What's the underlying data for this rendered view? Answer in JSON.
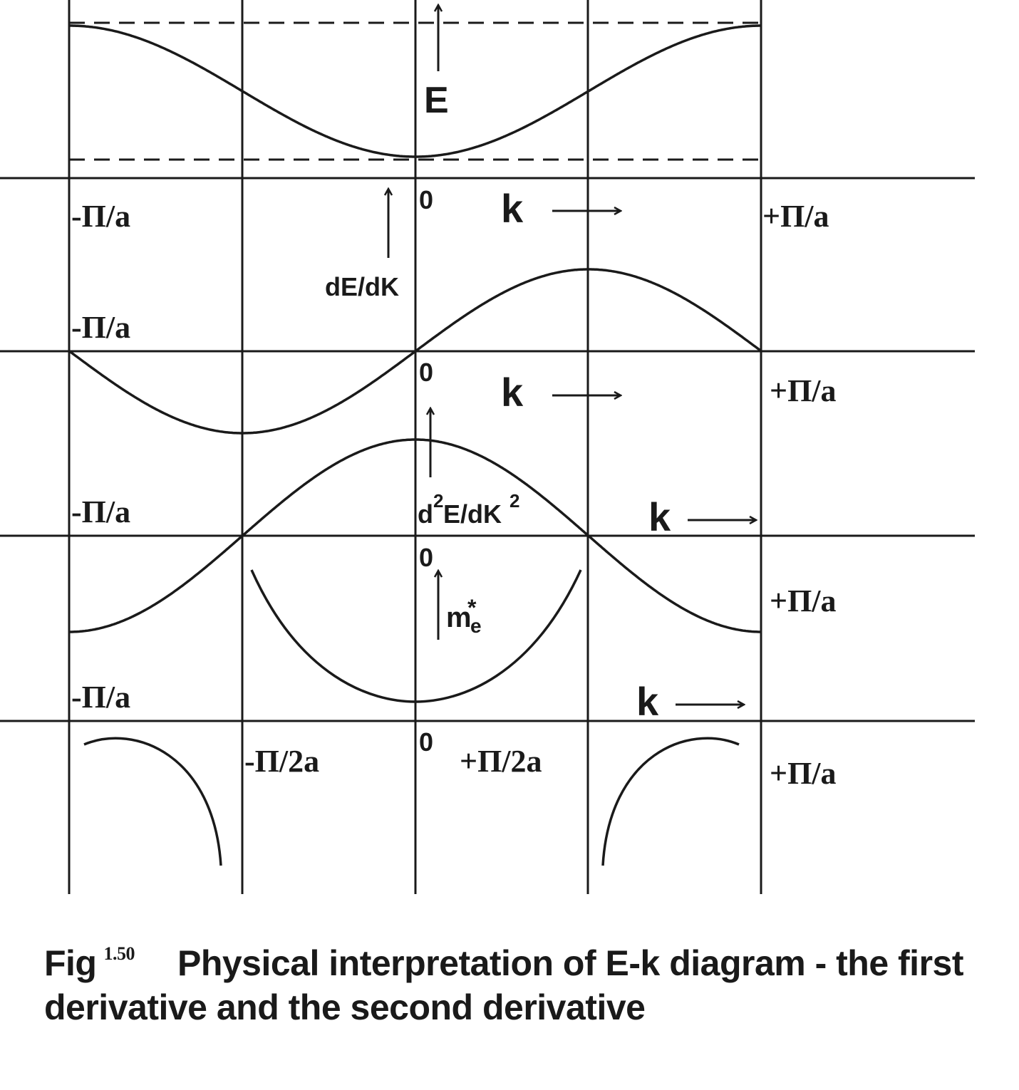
{
  "labels": {
    "E": "E",
    "dEdK": "dE/dK",
    "m": "m",
    "m_star": "*",
    "m_sub": "e",
    "k": "k",
    "zero": "0",
    "minus_pi_a": "-Π/a",
    "plus_pi_a": "+Π/a",
    "minus_pi_2a": "-Π/2a",
    "plus_pi_2a": "+Π/2a",
    "d2_d": "d",
    "d2_sup": "2",
    "d2_rest": "E/dK",
    "d2_sup2": "2"
  },
  "caption": {
    "fig": "Fig",
    "number": "1.50",
    "text": "Physical interpretation of E-k diagram - the first derivative and the second derivative"
  }
}
